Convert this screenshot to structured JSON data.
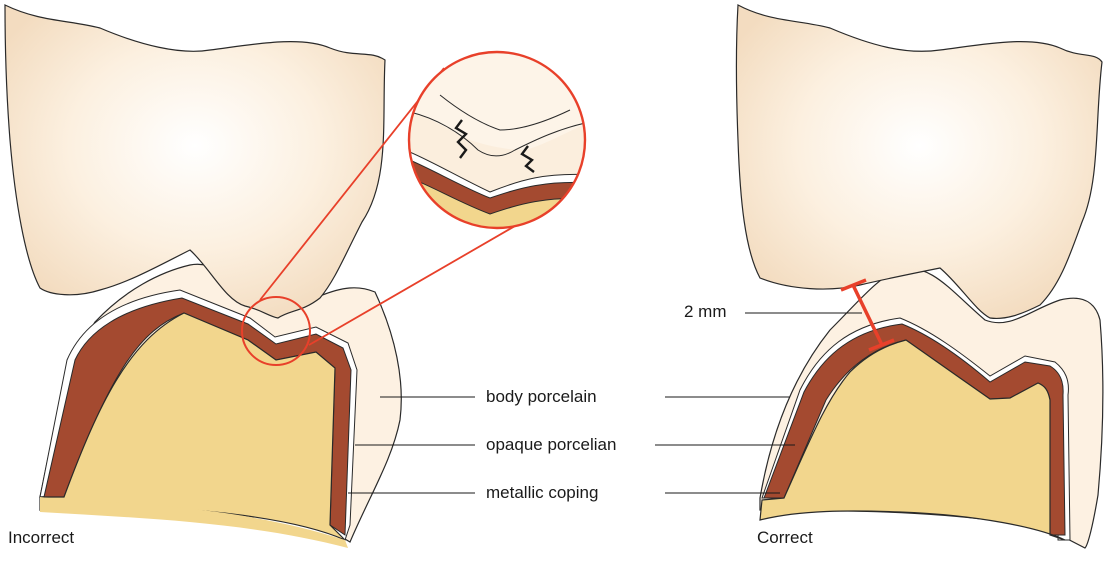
{
  "labels": {
    "body": "body porcelain",
    "opaque": "opaque porcelian",
    "coping": "metallic coping",
    "thickness": "2 mm"
  },
  "captions": {
    "left": "Incorrect",
    "right": "Correct"
  },
  "colors": {
    "enamel": "#fbebd6",
    "body_porcelain": "#fdf1e2",
    "opaque": "#ffffff",
    "metal": "#a44a30",
    "core": "#f2d68d",
    "highlight": "#e8402a",
    "outline": "#2a2a2a"
  }
}
